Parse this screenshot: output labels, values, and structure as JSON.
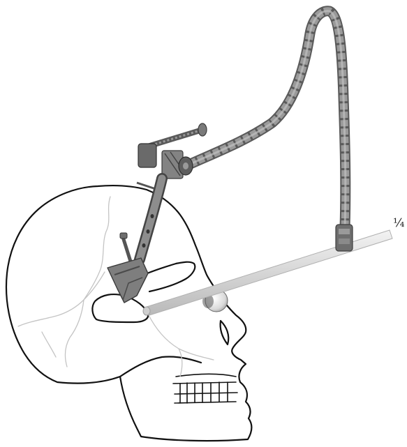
{
  "figure": {
    "label": "¼"
  },
  "colors": {
    "skull_outline": "#111111",
    "suture_lines": "#bfbfbf",
    "metal_dark": "#555555",
    "metal_mid": "#7d7d7d",
    "metal_light": "#a8a8a8",
    "rod": "#d8d8d8",
    "eye_ball": "#eeeeee"
  },
  "icons": [
    "skull-drawing",
    "flexible-arm",
    "retractor-clamp",
    "wand-rod",
    "screw-pin",
    "eye-ball"
  ]
}
